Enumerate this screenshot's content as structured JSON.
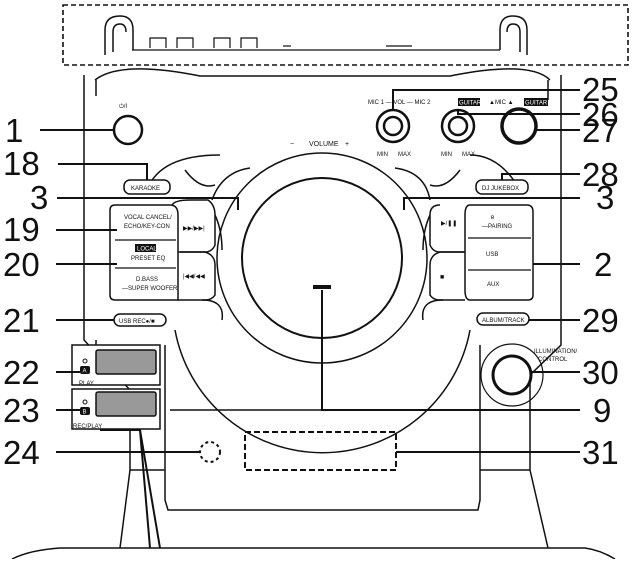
{
  "callouts": {
    "c1": "1",
    "c2": "2",
    "c3a": "3",
    "c3b": "3",
    "c9": "9",
    "c18": "18",
    "c19": "19",
    "c20": "20",
    "c21": "21",
    "c22": "22",
    "c23": "23",
    "c24": "24",
    "c25": "25",
    "c26": "26",
    "c27": "27",
    "c28": "28",
    "c29": "29",
    "c30": "30",
    "c31": "31"
  },
  "panel": {
    "power_symbol": "⏻/I",
    "volume_minus": "−",
    "volume_label": "VOLUME",
    "volume_plus": "+",
    "mic_vol_label": "MIC 1 — VOL — MIC 2",
    "guitar_tag_1": "GUITAR",
    "mic_guitar_label": "▲MIC ▲",
    "guitar_tag_2": "GUITAR",
    "mic_min_1": "MIN",
    "mic_max_1": "MAX",
    "mic_min_2": "MIN",
    "mic_max_2": "MAX",
    "karaoke": "KARAOKE",
    "dj_jukebox": "DJ JUKEBOX",
    "vocal_cancel_1": "VOCAL CANCEL/",
    "vocal_cancel_2": "ECHO/KEY-CON",
    "local_tag": "LOCAL",
    "preset_eq": "PRESET EQ",
    "dbass": "D.BASS",
    "super_woofer": "—SUPER WOOFER",
    "skip_fwd": "▶▶/▶▶|",
    "skip_back": "|◀◀/◀◀",
    "pairing_sym": "ʙ",
    "pairing": "—PAIRING",
    "usb": "USB",
    "aux": "AUX",
    "play_pause": "▶/❚❚",
    "stop": "■",
    "usb_rec": "USB REC●/■",
    "album_track": "ALBUM/TRACK",
    "port_a": "A",
    "port_a_label": "PLAY",
    "port_b": "B",
    "port_b_label": "REC/PLAY",
    "illum_1": "ILLUMINATION/",
    "illum_2": "CONTROL"
  }
}
